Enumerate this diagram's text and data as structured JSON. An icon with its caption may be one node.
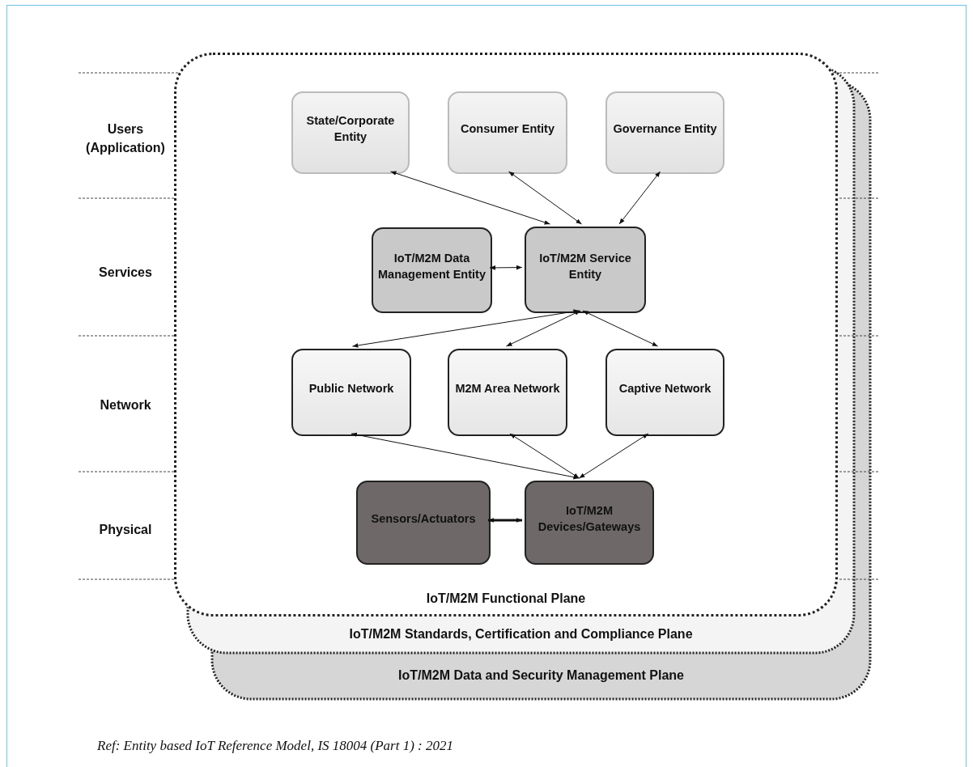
{
  "diagram": {
    "caption": "Ref: Entity based IoT Reference Model, IS 18004 (Part 1) : 2021",
    "nodes": [
      {
        "text": [
          "IoT/M2M Functional Plane"
        ]
      },
      {
        "text": [
          "State/Corporate Entity"
        ],
        "in": 0
      },
      {
        "text": [
          "Consumer Entity"
        ],
        "in": 0
      },
      {
        "text": [
          "Governance Entity"
        ],
        "in": 0
      },
      {
        "text": [
          "IoT/M2M Data Management Entity"
        ],
        "in": 0
      },
      {
        "text": [
          "IoT/M2M Service Entity"
        ],
        "in": 0
      },
      {
        "text": [
          "Public Network"
        ],
        "in": 0
      },
      {
        "text": [
          "M2M Area Network"
        ],
        "in": 0
      },
      {
        "text": [
          "Captive Network"
        ],
        "in": 0
      },
      {
        "text": [
          "Sensors/Actuators"
        ],
        "in": 0
      },
      {
        "text": [
          "IoT/M2M Devices/Gateways"
        ],
        "in": 0
      },
      {
        "text": [
          "IoT/M2M Standards, Certification and Compliance Plane"
        ]
      },
      {
        "text": [
          "IoT/M2M Data and Security Management Plane"
        ]
      }
    ],
    "edges": [
      {
        "from": 1,
        "to": 5,
        "arrow": "both"
      },
      {
        "from": 2,
        "to": 5,
        "arrow": "both"
      },
      {
        "from": 3,
        "to": 5,
        "arrow": "both"
      },
      {
        "from": 4,
        "to": 5,
        "arrow": "both"
      },
      {
        "from": 5,
        "to": 6,
        "arrow": "both"
      },
      {
        "from": 5,
        "to": 7,
        "arrow": "both"
      },
      {
        "from": 5,
        "to": 8,
        "arrow": "both"
      },
      {
        "from": 10,
        "to": 6,
        "arrow": "both"
      },
      {
        "from": 10,
        "to": 7,
        "arrow": "both"
      },
      {
        "from": 10,
        "to": 8,
        "arrow": "both"
      },
      {
        "from": 9,
        "to": 10,
        "arrow": "both",
        "style": "thick"
      }
    ],
    "labels": [
      "Users (Application)",
      "Services",
      "Network",
      "Physical"
    ]
  }
}
